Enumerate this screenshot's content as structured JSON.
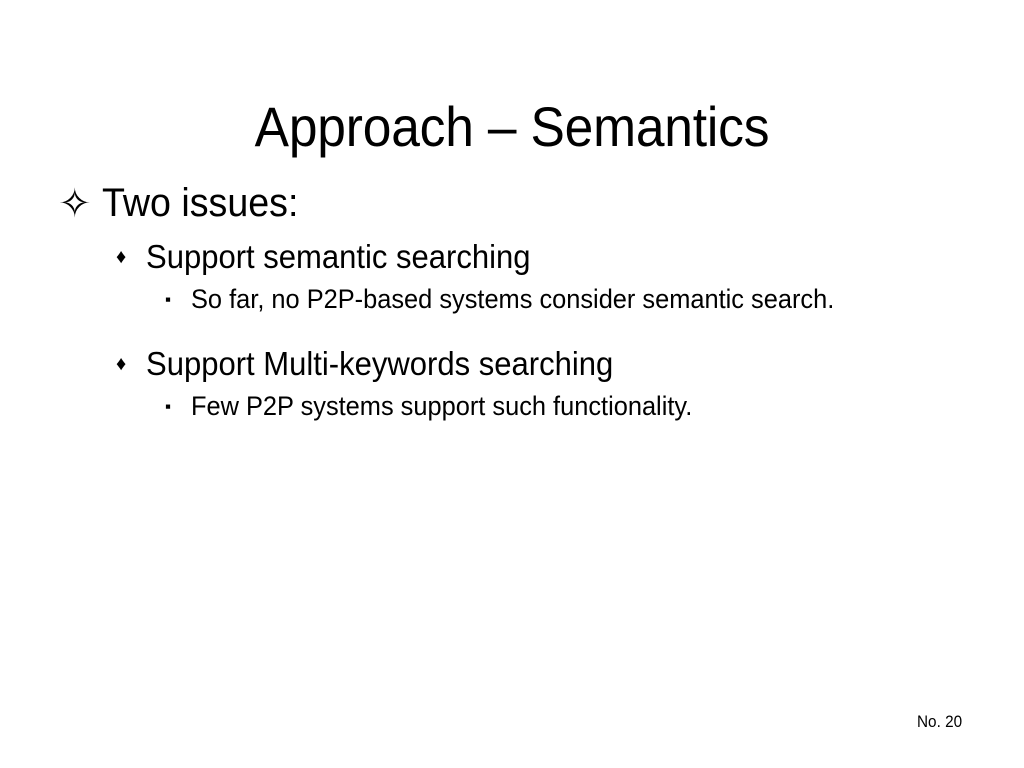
{
  "slide": {
    "title": "Approach – Semantics",
    "background_color": "#ffffff",
    "text_color": "#000000",
    "footer": "No. 20",
    "bullets": {
      "level1": {
        "marker": "✧",
        "marker_name": "four-pointed-star-outline",
        "text": "Two issues:"
      },
      "items": [
        {
          "marker": "♦",
          "marker_name": "filled-diamond",
          "text": "Support semantic searching",
          "subitems": [
            {
              "marker": "▪",
              "marker_name": "small-filled-square",
              "text": "So far, no P2P-based systems consider semantic search."
            }
          ]
        },
        {
          "marker": "♦",
          "marker_name": "filled-diamond",
          "text": "Support Multi-keywords searching",
          "subitems": [
            {
              "marker": "▪",
              "marker_name": "small-filled-square",
              "text": "Few P2P systems support such functionality."
            }
          ]
        }
      ]
    }
  }
}
